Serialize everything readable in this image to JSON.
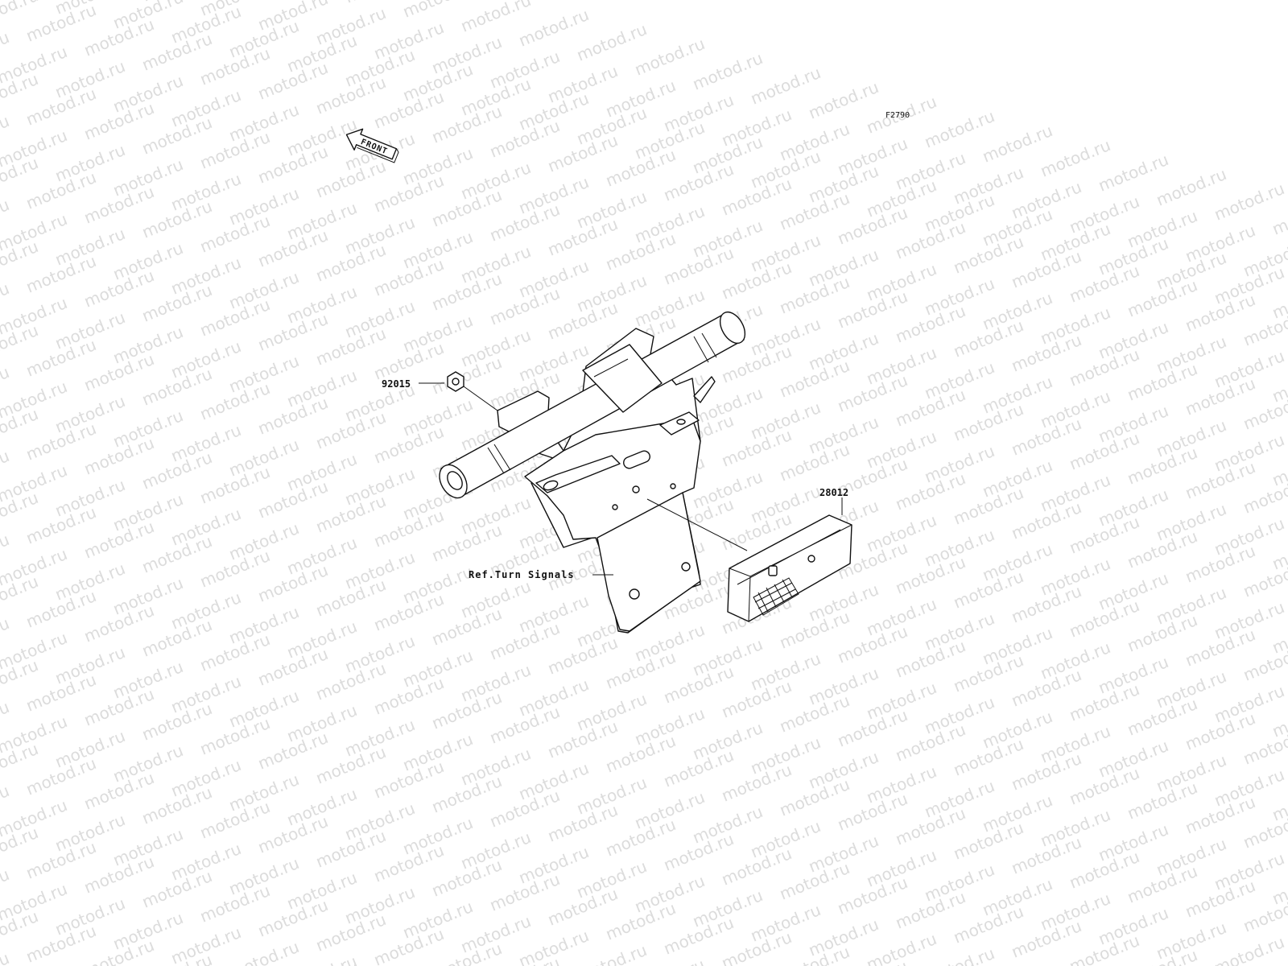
{
  "figure_code": "F2790",
  "front_label": "FRONT",
  "watermark_text": "motod.ru",
  "callouts": {
    "nut": "92015",
    "reflector": "28012",
    "reference": "Ref.Turn Signals"
  },
  "colors": {
    "line": "#111111",
    "watermark": "#dcdcdc",
    "background": "#ffffff"
  }
}
